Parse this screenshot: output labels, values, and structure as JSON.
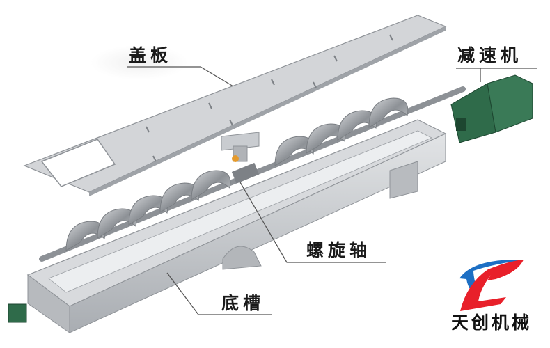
{
  "labels": {
    "cover_plate": "盖板",
    "reducer": "减速机",
    "screw_shaft": "螺旋轴",
    "trough": "底槽"
  },
  "brand": {
    "name": "天创机械",
    "logo_text": "TC",
    "colors": {
      "red": "#e8202a",
      "blue": "#1d6fc4"
    }
  },
  "colors": {
    "metal": "#c9ccd0",
    "metal_dark": "#8f9398",
    "motor": "#2f6b4a",
    "leader": "#555555"
  }
}
